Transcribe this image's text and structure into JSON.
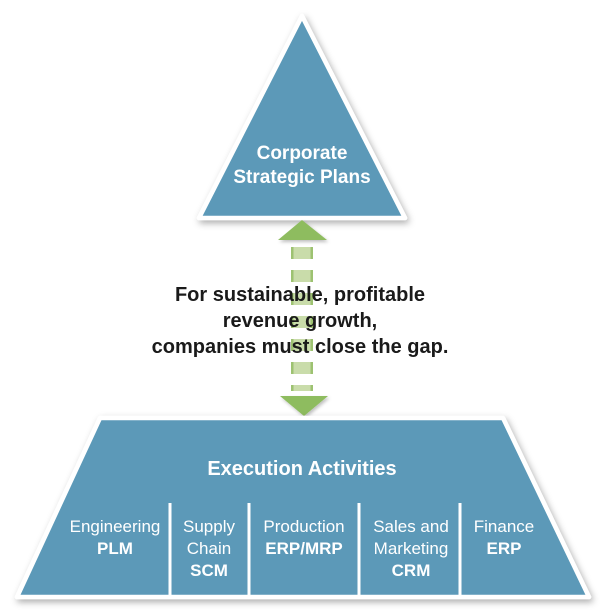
{
  "colors": {
    "shape_blue": "#5b99b8",
    "border_white": "#ffffff",
    "arrow_green": "#8ebc5f",
    "dash_green": "#c9dcaa",
    "dash_border_green": "#9dc271",
    "text_dark": "#1a1a1a"
  },
  "pyramid": {
    "label_lines": [
      "Corporate",
      "Strategic Plans"
    ]
  },
  "gap_message": {
    "lines": [
      "For sustainable, profitable",
      "revenue growth,",
      "companies must close the gap."
    ]
  },
  "arrow": {
    "icon": "double-headed-dashed-arrow"
  },
  "execution": {
    "title": "Execution Activities",
    "columns": [
      {
        "name": "Engineering",
        "acronym": "PLM"
      },
      {
        "name": "Supply Chain",
        "acronym": "SCM"
      },
      {
        "name": "Production",
        "acronym": "ERP/MRP"
      },
      {
        "name": "Sales and Marketing",
        "acronym": "CRM"
      },
      {
        "name": "Finance",
        "acronym": "ERP"
      }
    ]
  }
}
